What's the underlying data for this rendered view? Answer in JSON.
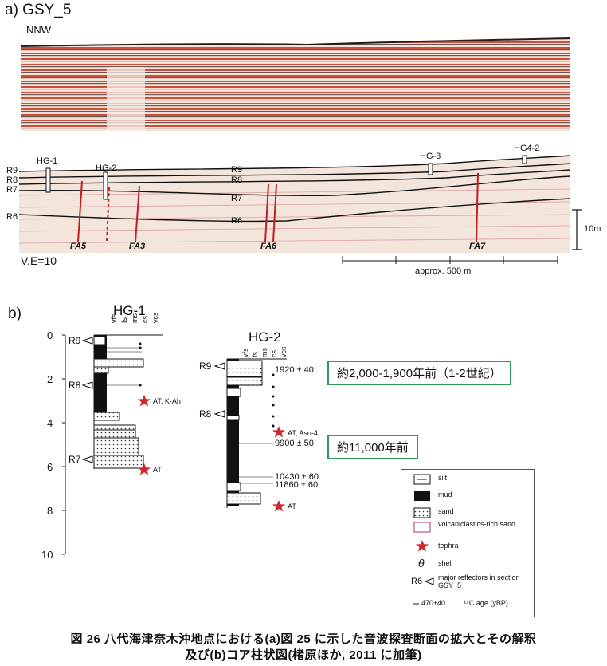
{
  "panel_a": {
    "label": "a) GSY_5",
    "direction": "NNW",
    "vertical_exaggeration": "V.E=10",
    "scale_bar_label": "approx. 500 m",
    "depth_scale_label": "10m",
    "cores": [
      "HG-1",
      "HG-2",
      "HG-3",
      "HG4-2"
    ],
    "reflectors_left": [
      "R9",
      "R8",
      "R7",
      "R6"
    ],
    "reflectors_mid": [
      "R9",
      "R8",
      "R7",
      "R6"
    ],
    "faults": [
      "FA5",
      "FA3",
      "FA6",
      "FA7"
    ]
  },
  "panel_b": {
    "label": "b)",
    "hg1": {
      "title": "HG-1",
      "depth_ticks": [
        "0",
        "2",
        "4",
        "6",
        "8",
        "10"
      ],
      "grain_labels": [
        "vfs",
        "fs",
        "ms",
        "cs",
        "vcs"
      ],
      "reflectors": [
        "R9",
        "R8",
        "R7"
      ],
      "tephra_labels": [
        "AT, K-Ah",
        "AT"
      ]
    },
    "hg2": {
      "title": "HG-2",
      "grain_labels": [
        "vfs",
        "fs",
        "ms",
        "cs",
        "vcs"
      ],
      "reflectors": [
        "R9",
        "R8"
      ],
      "ages": [
        "1920 ± 40",
        "9900 ± 50",
        "10430 ± 60",
        "11860 ± 60"
      ],
      "tephra_labels": [
        "AT, Aso-4",
        "AT"
      ]
    },
    "notes": [
      "約2,000-1,900年前（1-2世紀）",
      "約11,000年前"
    ],
    "legend": {
      "silt": "silt",
      "mud": "mud",
      "sand": "sand",
      "volc": "volcaniclastics-rich sand",
      "tephra": "tephra",
      "shell": "shell",
      "reflector_symbol": "R6",
      "reflector": "major reflectors in section GSY_5",
      "age_example": "470±40",
      "age": "¹⁴C age (yBP)"
    }
  },
  "caption": {
    "line1": "図 26  八代海津奈木沖地点における(a)図 25 に示した音波探査断面の拡大とその解釈",
    "line2": "及び(b)コア柱状図(楮原ほか, 2011 に加筆)"
  }
}
